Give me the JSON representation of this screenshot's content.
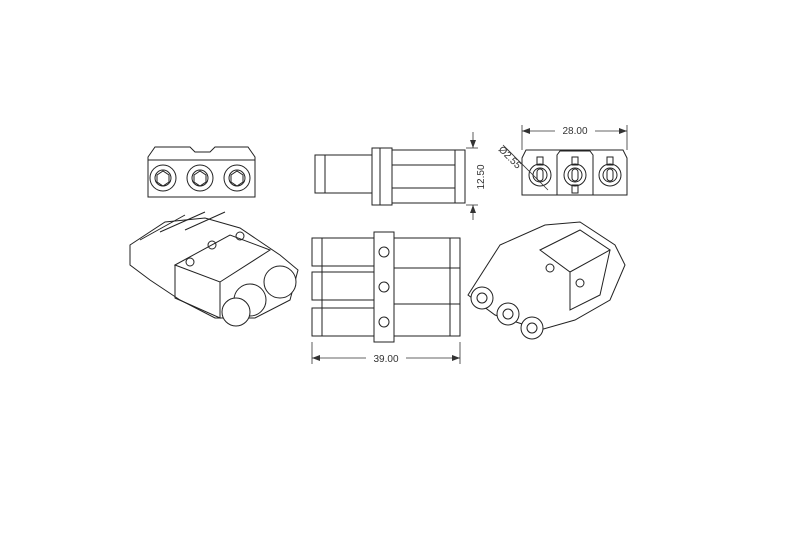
{
  "dimensions": {
    "width": "28.00",
    "diameter": "Ø2.55",
    "height": "12.50",
    "length": "39.00"
  },
  "colors": {
    "line": "#222222",
    "background": "#ffffff"
  }
}
